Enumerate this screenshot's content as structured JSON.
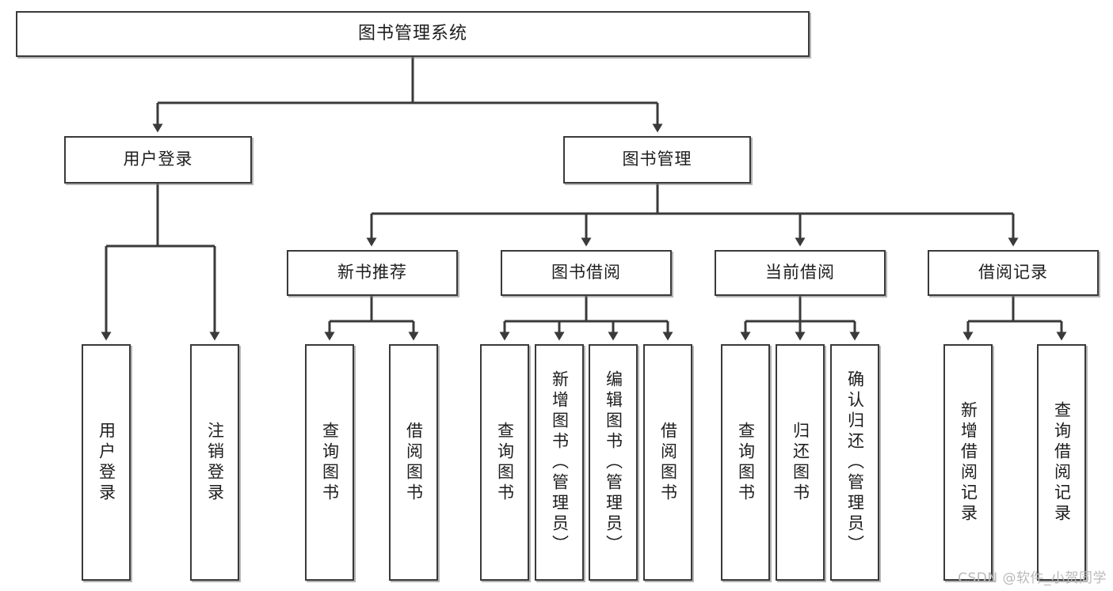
{
  "diagram": {
    "title": "图书管理系统",
    "root": {
      "label": "图书管理系统"
    },
    "level2": [
      {
        "label": "用户登录"
      },
      {
        "label": "图书管理"
      }
    ],
    "level3": [
      {
        "label": "新书推荐"
      },
      {
        "label": "图书借阅"
      },
      {
        "label": "当前借阅"
      },
      {
        "label": "借阅记录"
      }
    ],
    "leaves": [
      {
        "label": "用户登录"
      },
      {
        "label": "注销登录"
      },
      {
        "label": "查询图书"
      },
      {
        "label": "借阅图书"
      },
      {
        "label": "查询图书"
      },
      {
        "label": "新增图书（管理员）"
      },
      {
        "label": "编辑图书（管理员）"
      },
      {
        "label": "借阅图书"
      },
      {
        "label": "查询图书"
      },
      {
        "label": "归还图书"
      },
      {
        "label": "确认归还（管理员）"
      },
      {
        "label": "新增借阅记录"
      },
      {
        "label": "查询借阅记录"
      }
    ]
  },
  "watermark": {
    "text": "CSDN @软件_小贺同学"
  },
  "colors": {
    "stroke": "#3a3a3a",
    "fill": "#ffffff",
    "text": "#1d1d1d",
    "watermark": "#b9b9b9",
    "background": "#ffffff"
  }
}
